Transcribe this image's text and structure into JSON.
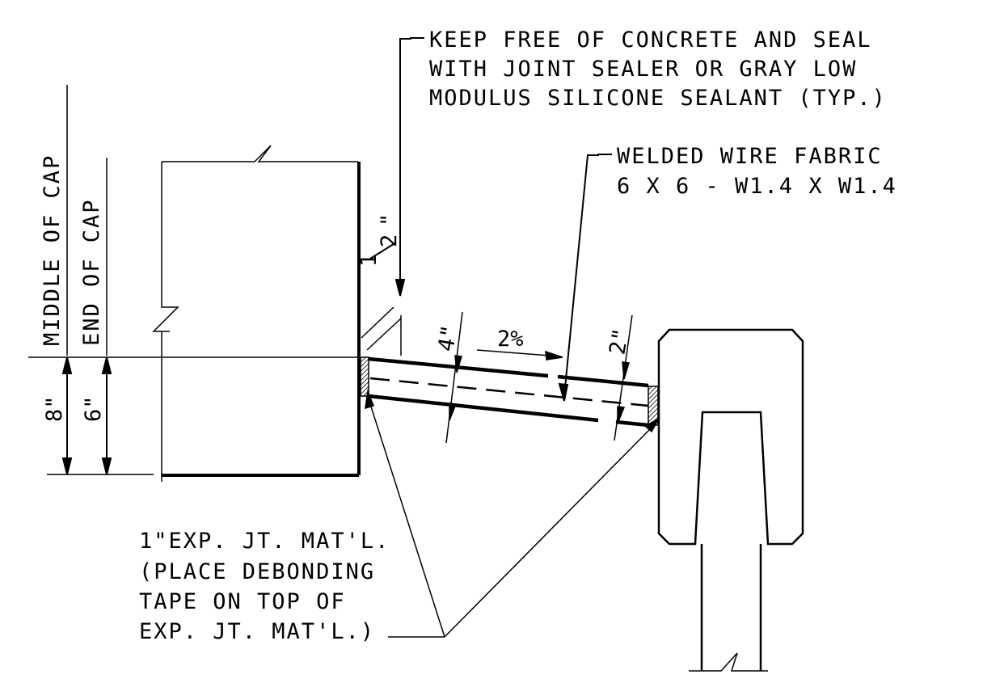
{
  "notes": {
    "joint_seal": [
      "KEEP FREE OF CONCRETE AND SEAL",
      "WITH JOINT SEALER OR GRAY LOW",
      "MODULUS SILICONE SEALANT (TYP.)"
    ],
    "wire_fabric": [
      "WELDED WIRE FABRIC",
      "6 X 6 - W1.4 X W1.4"
    ],
    "exp_joint": [
      "1\"EXP. JT. MAT'L.",
      "(PLACE DEBONDING",
      "TAPE ON TOP OF",
      "EXP. JT. MAT'L.)"
    ]
  },
  "references": {
    "middle_of_cap": "MIDDLE OF CAP",
    "end_of_cap": "END OF CAP"
  },
  "dimensions": {
    "cap_depth_8": "8\"",
    "cap_depth_6": "6\"",
    "gap_half_num": "1",
    "gap_half_den": "2",
    "gap_half_mark": "\"",
    "slab_thickness": "4\"",
    "slope": "2%",
    "cover": "2\""
  }
}
